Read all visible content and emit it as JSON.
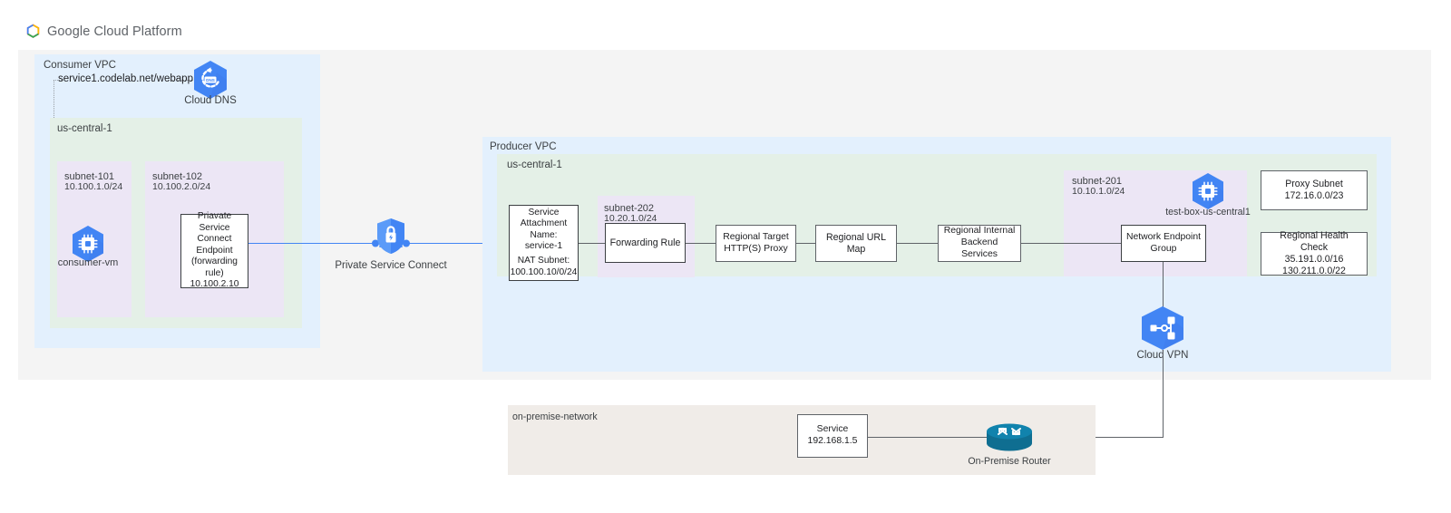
{
  "header": {
    "brand": "Google Cloud Platform",
    "logo_icon": "google-cloud-logo-icon"
  },
  "consumer_vpc": {
    "title": "Consumer VPC",
    "region_label": "us-central-1",
    "dns_hostname": "service1.codelab.net/webapp",
    "cloud_dns": {
      "label_line1": "Cloud",
      "label_line2": "DNS",
      "icon": "cloud-dns-icon"
    },
    "subnets": [
      {
        "name": "subnet-101",
        "cidr": "10.100.1.0/24"
      },
      {
        "name": "subnet-102",
        "cidr": "10.100.2.0/24"
      }
    ],
    "consumer_vm": {
      "label": "consumer-vm",
      "icon": "compute-engine-vm-icon"
    },
    "psc_endpoint": {
      "line1": "Priavate Service",
      "line2": "Connect Endpoint",
      "line3": "(forwarding rule)",
      "line4": "10.100.2.10"
    }
  },
  "private_service_connect": {
    "label": "Private Service Connect",
    "icon": "private-service-connect-icon"
  },
  "producer_vpc": {
    "title": "Producer VPC",
    "region_label": "us-central-1",
    "service_attachment": {
      "line1": "Service",
      "line2": "Attachment",
      "line3": "Name: service-1",
      "line4": "NAT Subnet:",
      "line5": "100.100.10/0/24"
    },
    "subnet_202": {
      "name": "subnet-202",
      "cidr": "10.20.1.0/24"
    },
    "forwarding_rule": {
      "label": "Forwarding Rule"
    },
    "target_proxy": {
      "line1": "Regional Target",
      "line2": "HTTP(S) Proxy"
    },
    "url_map": {
      "label": "Regional URL Map"
    },
    "backend_services": {
      "line1": "Regional Internal",
      "line2": "Backend Services"
    },
    "subnet_201": {
      "name": "subnet-201",
      "cidr": "10.10.1.0/24"
    },
    "test_box": {
      "label": "test-box-us-central1",
      "icon": "compute-engine-vm-icon"
    },
    "neg": {
      "line1": "Network Endpoint",
      "line2": "Group"
    },
    "proxy_subnet": {
      "line1": "Proxy Subnet",
      "line2": "172.16.0.0/23"
    },
    "health_check": {
      "line1": "Regional Health Check",
      "line2": "35.191.0.0/16",
      "line3": "130.211.0.0/22"
    },
    "cloud_vpn": {
      "label": "Cloud VPN",
      "icon": "cloud-vpn-icon"
    }
  },
  "on_premise": {
    "title": "on-premise-network",
    "service": {
      "line1": "Service",
      "line2": "192.168.1.5"
    },
    "router": {
      "label": "On-Premise Router",
      "icon": "router-icon"
    }
  },
  "colors": {
    "vpc_fill": "#e3f0fd",
    "region_fill": "#e4f0e7",
    "subnet_fill": "#ece6f5",
    "outer_fill": "#f4f4f4",
    "onprem_fill": "#f0ece8",
    "google_blue": "#4285f4",
    "line_gray": "#5f6368"
  }
}
